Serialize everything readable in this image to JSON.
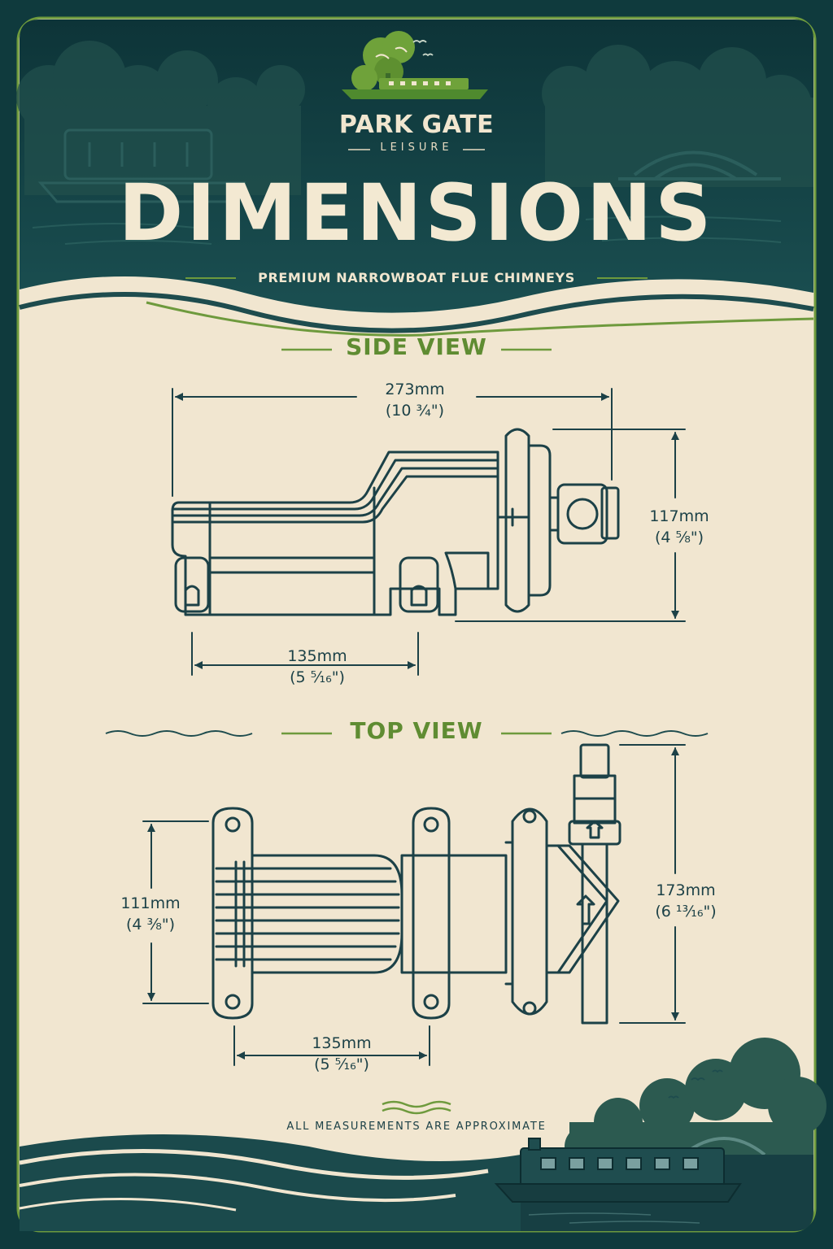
{
  "brand": {
    "name": "PARK GATE",
    "sub": "LEISURE"
  },
  "header": {
    "title": "DIMENSIONS",
    "subtitle": "PREMIUM NARROWBOAT FLUE CHIMNEYS"
  },
  "side_view": {
    "title": "SIDE VIEW",
    "width": {
      "mm": "273mm",
      "inch": "(10 ¾\")"
    },
    "height": {
      "mm": "117mm",
      "inch": "(4 ⁵⁄₈\")"
    },
    "base": {
      "mm": "135mm",
      "inch": "(5 ⁵⁄₁₆\")"
    }
  },
  "top_view": {
    "title": "TOP VIEW",
    "depth": {
      "mm": "111mm",
      "inch": "(4 ³⁄₈\")"
    },
    "height": {
      "mm": "173mm",
      "inch": "(6 ¹³⁄₁₆\")"
    },
    "base": {
      "mm": "135mm",
      "inch": "(5 ⁵⁄₁₆\")"
    }
  },
  "footnote": "ALL MEASUREMENTS ARE APPROXIMATE",
  "colors": {
    "dark_teal": "#0f3a3d",
    "cream": "#f1e6d0",
    "line": "#1c4147",
    "accent_green": "#5f8c32"
  },
  "icons": [
    "tree-logo-icon",
    "narrowboat-icon",
    "bird-icon",
    "arrow-up-icon"
  ]
}
